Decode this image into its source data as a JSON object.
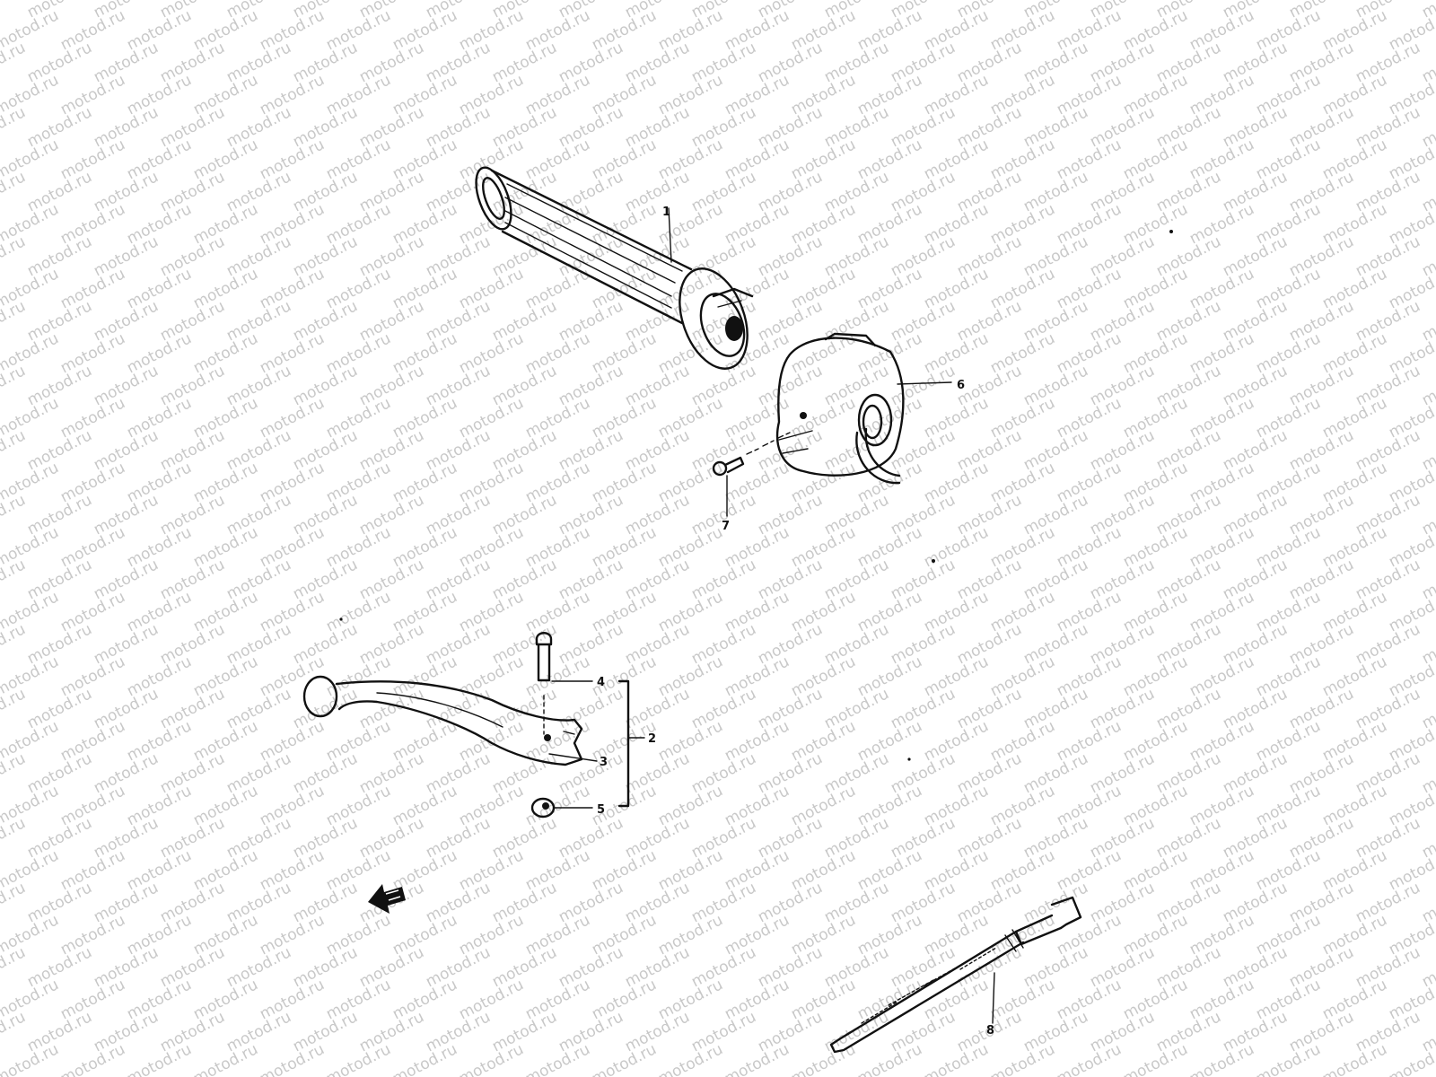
{
  "watermark": {
    "text": "motod.ru"
  },
  "labels": {
    "grip": "1",
    "lever_assembly": "2",
    "lever": "3",
    "bolt": "4",
    "nut": "5",
    "throttle_housing": "6",
    "screw": "7",
    "cable_tie": "8"
  },
  "colors": {
    "line": "#111111",
    "watermark": "#9a9a9a",
    "background": "#ffffff"
  },
  "icons": {
    "front_direction": "front-arrow-icon"
  }
}
